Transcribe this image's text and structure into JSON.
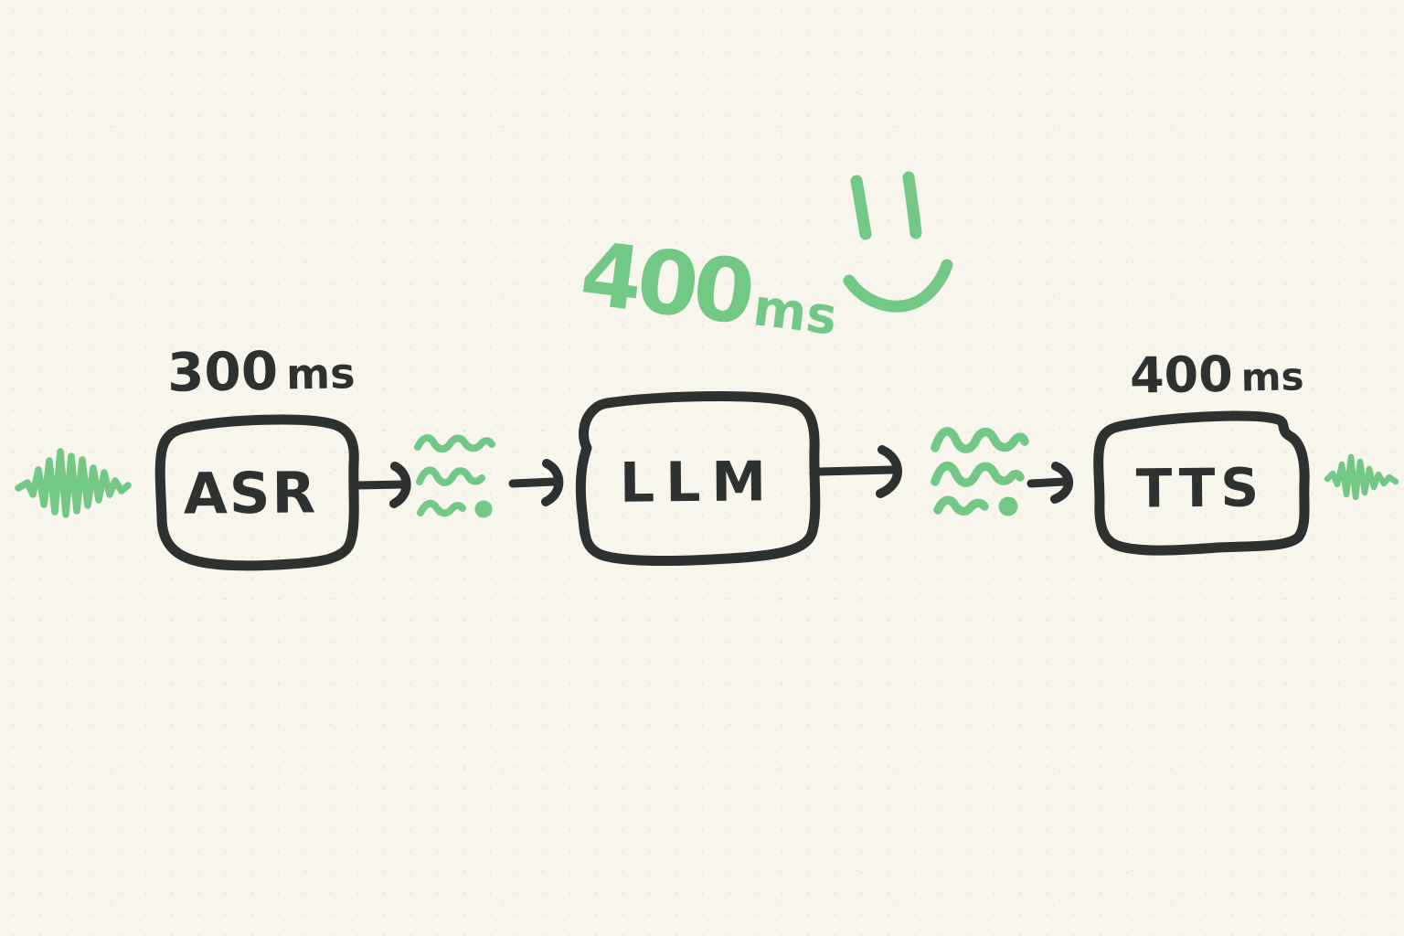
{
  "colors": {
    "background": "#f8f5ed",
    "ink": "#2d3130",
    "green": "#72c884"
  },
  "diagram": {
    "description_labels": [],
    "stages": [
      {
        "id": "asr",
        "label": "ASR",
        "latency_value": "300",
        "latency_unit": "ms",
        "latency_color": "#2d3130"
      },
      {
        "id": "llm",
        "label": "LLM",
        "latency_value": "400",
        "latency_unit": "ms",
        "latency_color": "#72c884"
      },
      {
        "id": "tts",
        "label": "TTS",
        "latency_value": "400",
        "latency_unit": "ms",
        "latency_color": "#2d3130"
      }
    ],
    "icons": {
      "input": "audio-waveform-icon",
      "asr_to_llm": "transcript-squiggle-icon",
      "llm_to_tts": "transcript-squiggle-icon",
      "output": "audio-waveform-icon",
      "decoration": "smiley-face-icon",
      "connector": "right-arrow-icon"
    }
  }
}
